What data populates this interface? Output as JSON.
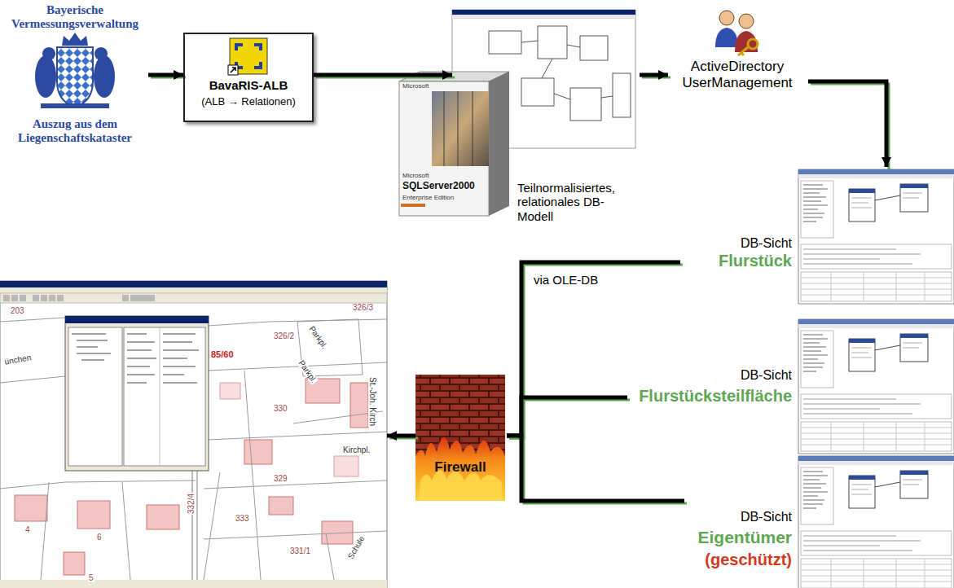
{
  "diagram": {
    "nodes": [
      {
        "text": [
          "Bayerische Vermessungsverwaltung",
          "Auszug aus dem Liegenschaftskataster"
        ]
      },
      {
        "text": [
          "BavaRIS-ALB",
          "(ALB → Relationen)"
        ]
      },
      {
        "text": [
          "Teilnormalisiertes, relationales DB-Modell"
        ]
      },
      {
        "text": [
          "ActiveDirectory UserManagement"
        ]
      },
      {
        "text": [
          "DB-Sicht",
          "Flurstück"
        ]
      },
      {
        "text": [
          "DB-Sicht",
          "Flurstücksteilfläche"
        ]
      },
      {
        "text": [
          "DB-Sicht",
          "Eigentümer",
          "(geschützt)"
        ]
      },
      {
        "text": [
          "Firewall"
        ]
      },
      {
        "text": [
          "203",
          "326/3",
          "326/2",
          "Parkpl.",
          "Parkpl.",
          "85/60",
          "ünchen",
          "330",
          "Kirchpl.",
          "St.-Joh. Kirch",
          "329",
          "332/4",
          "333",
          "331/1",
          "4",
          "6",
          "5",
          "Schule"
        ]
      }
    ],
    "edges": [
      {
        "from": 0,
        "to": 1,
        "arrow": "to"
      },
      {
        "from": 1,
        "to": 2,
        "arrow": "to"
      },
      {
        "from": 2,
        "to": 3,
        "arrow": "to"
      },
      {
        "from": 3,
        "to": 4,
        "arrow": "to"
      },
      {
        "from": 4,
        "to": 7,
        "arrow": "none",
        "label": "via OLE-DB"
      },
      {
        "from": 5,
        "to": 7,
        "arrow": "none"
      },
      {
        "from": 6,
        "to": 7,
        "arrow": "none"
      },
      {
        "from": 7,
        "to": 8,
        "arrow": "to"
      }
    ],
    "labels": [
      "Microsoft",
      "Microsoft",
      "SQLServer2000",
      "Enterprise Edition"
    ]
  }
}
